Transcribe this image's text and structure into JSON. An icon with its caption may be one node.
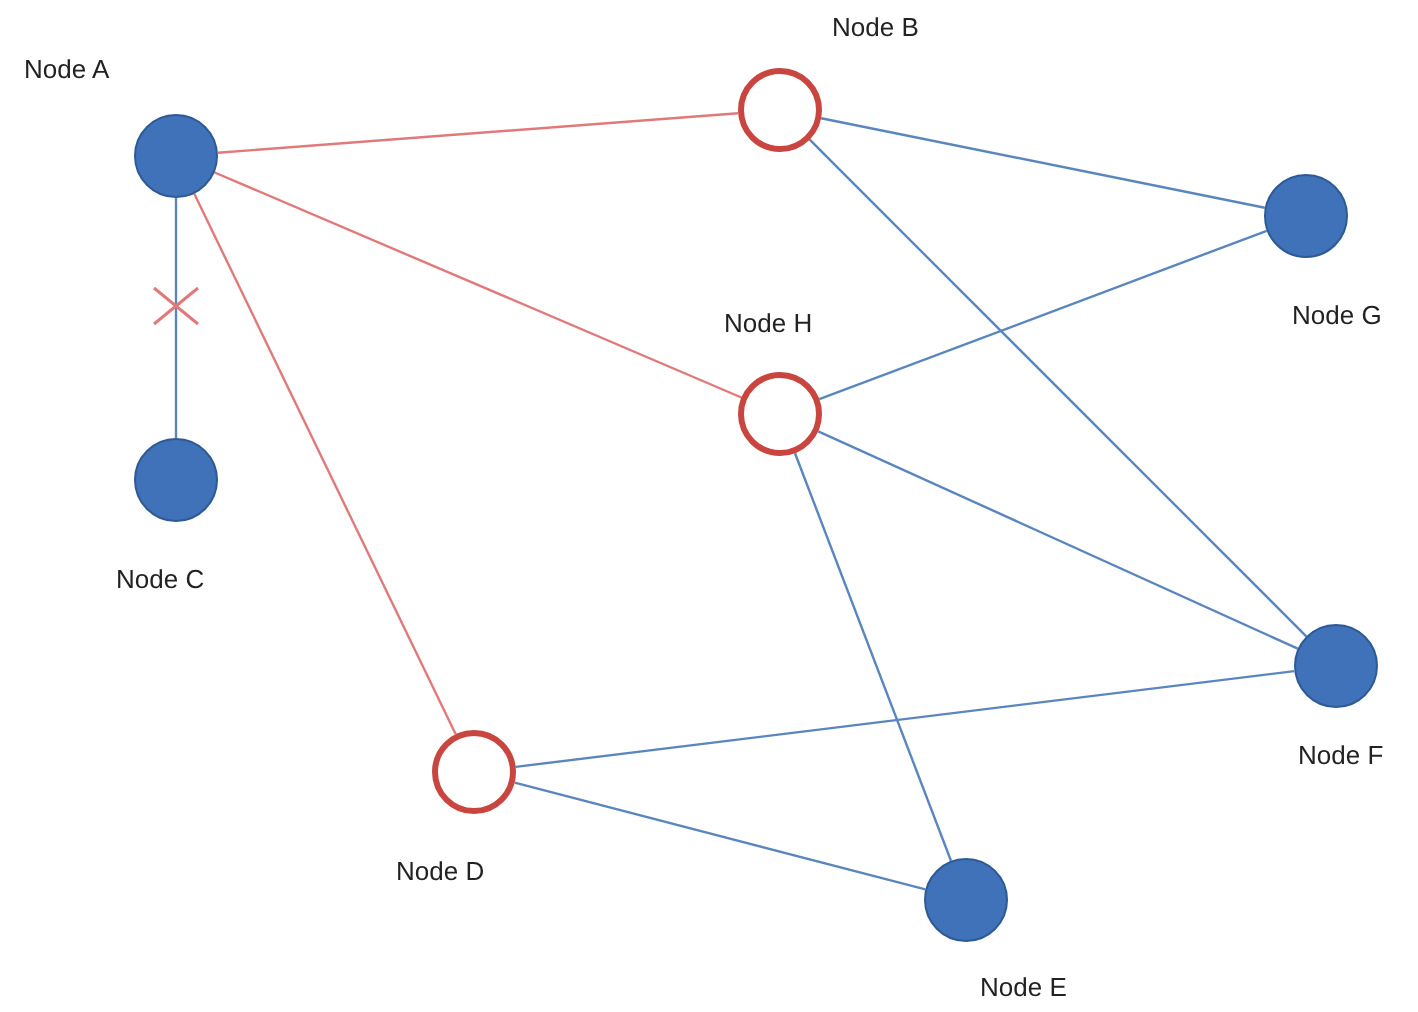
{
  "diagram": {
    "nodes": [
      {
        "text": [],
        "shape": "circle",
        "beside": [
          "Node A"
        ]
      },
      {
        "text": [],
        "shape": "circle",
        "beside": [
          "Node B"
        ]
      },
      {
        "text": [],
        "shape": "circle",
        "beside": [
          "Node G"
        ]
      },
      {
        "text": [],
        "shape": "circle",
        "beside": [
          "Node H"
        ]
      },
      {
        "text": [],
        "shape": "circle",
        "beside": [
          "Node C"
        ]
      },
      {
        "text": [],
        "shape": "circle",
        "beside": [
          "Node F"
        ]
      },
      {
        "text": [],
        "shape": "circle",
        "beside": [
          "Node D"
        ]
      },
      {
        "text": [],
        "shape": "circle",
        "beside": [
          "Node E"
        ]
      }
    ],
    "edges": [
      {
        "from": 0,
        "to": 1,
        "arrow": "none",
        "color": "#e07a7a"
      },
      {
        "from": 0,
        "to": 3,
        "arrow": "none",
        "color": "#e07a7a"
      },
      {
        "from": 0,
        "to": 6,
        "arrow": "none",
        "color": "#e07a7a"
      },
      {
        "from": 0,
        "to": 4,
        "arrow": "none"
      },
      {
        "from": 1,
        "to": 2,
        "arrow": "none"
      },
      {
        "from": 1,
        "to": 5,
        "arrow": "none"
      },
      {
        "from": 3,
        "to": 2,
        "arrow": "none"
      },
      {
        "from": 3,
        "to": 5,
        "arrow": "none"
      },
      {
        "from": 3,
        "to": 7,
        "arrow": "none"
      },
      {
        "from": 6,
        "to": 5,
        "arrow": "none"
      },
      {
        "from": 6,
        "to": 7,
        "arrow": "none"
      }
    ]
  }
}
